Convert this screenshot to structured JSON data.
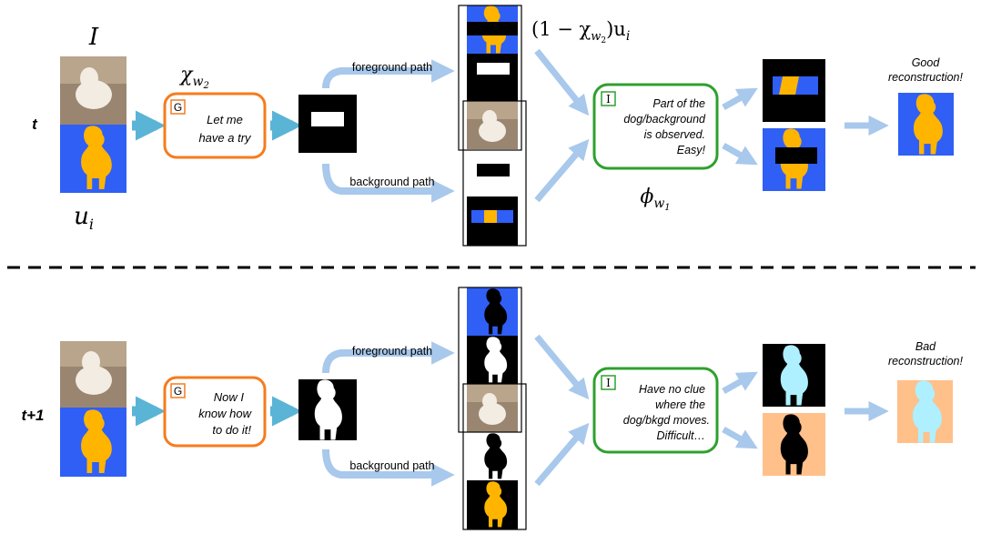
{
  "colors": {
    "blue_bg": "#2f5ff5",
    "dog_orange": "#ffb400",
    "dog_light": "#aef0ff",
    "peach_bg": "#ffc08a",
    "arrow_blue": "#a8c8ec",
    "arrow_teal": "#5ab4d6",
    "generator_border": "#f57c1e",
    "inpainter_border": "#2ea02e",
    "photo_dirt": "#9a8670",
    "dog_white": "#f2ece2"
  },
  "labels": {
    "image_symbol": "I",
    "mask_symbol": "u",
    "mask_sub": "i",
    "chi_symbol": "χ",
    "chi_sub": "w",
    "chi_sub2": "2",
    "foreground_formula_pre": "(1 − χ",
    "foreground_formula_post": ")u",
    "phi_symbol": "ϕ",
    "phi_sub": "w",
    "phi_sub2": "1",
    "foreground_path": "foreground path",
    "background_path": "background path"
  },
  "row_t": {
    "time_label": "t",
    "generator_badge": "G",
    "generator_text": [
      "Let me",
      "have a try"
    ],
    "inpainter_badge": "I",
    "inpainter_text": [
      "Part of the",
      "dog/background",
      "is observed.",
      "Easy!"
    ],
    "result_text": [
      "Good",
      "reconstruction!"
    ]
  },
  "row_t1": {
    "time_label": "t+1",
    "generator_badge": "G",
    "generator_text": [
      "Now I",
      "know how",
      "to do it!"
    ],
    "inpainter_badge": "I",
    "inpainter_text": [
      "Have no clue",
      "where the",
      "dog/bkgd moves.",
      "Difficult…"
    ],
    "result_text": [
      "Bad",
      "reconstruction!"
    ]
  }
}
